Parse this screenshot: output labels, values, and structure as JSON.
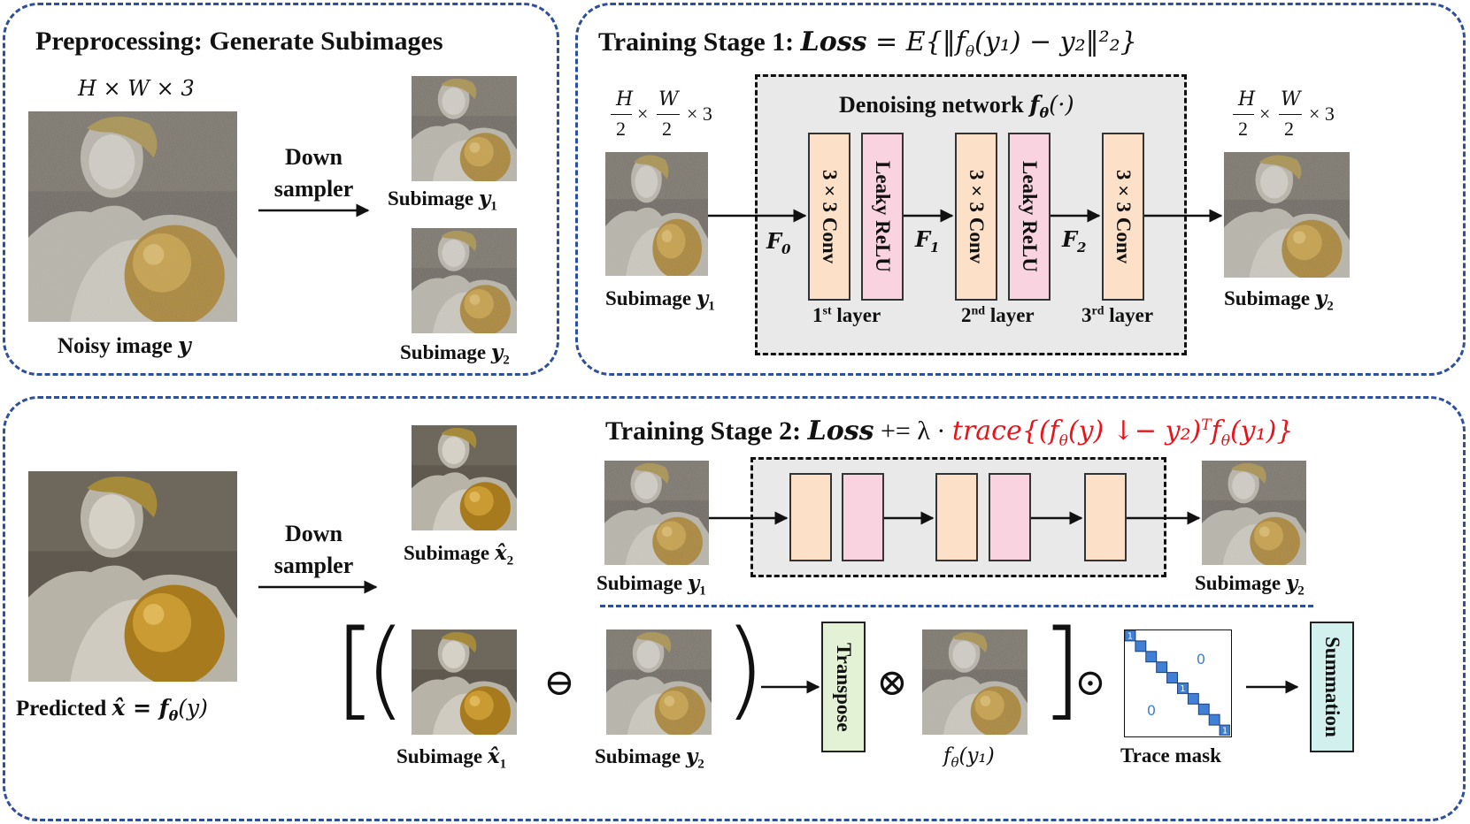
{
  "preprocessing": {
    "title": "Preprocessing: Generate Subimages",
    "dims": "H × W × 3",
    "noisy_label": "Noisy image ",
    "noisy_var": "y",
    "down_line1": "Down",
    "down_line2": "sampler",
    "sub1_label": "Subimage ",
    "sub1_var": "y",
    "sub1_sub": "1",
    "sub2_label": "Subimage ",
    "sub2_var": "y",
    "sub2_sub": "2"
  },
  "stage1": {
    "title": "Training Stage 1:  ",
    "loss_word": "Loss",
    "loss_formula": " = E{‖f",
    "loss_theta": "θ",
    "loss_rest": "(y₁) − y₂‖²₂}",
    "dims_h": "H",
    "dims_2": "2",
    "dims_w": "W",
    "dims_times": "×",
    "dims_3": "× 3",
    "network_title": "Denoising network ",
    "network_f": "f",
    "network_theta": "θ",
    "network_arg": "(·)",
    "layers": [
      {
        "label": "3×3 Conv",
        "type": "conv"
      },
      {
        "label": "Leaky ReLU",
        "type": "relu"
      },
      {
        "label": "3×3 Conv",
        "type": "conv"
      },
      {
        "label": "Leaky ReLU",
        "type": "relu"
      },
      {
        "label": "3×3 Conv",
        "type": "conv"
      }
    ],
    "layer_names": [
      {
        "num": "1",
        "sup": "st",
        "word": " layer"
      },
      {
        "num": "2",
        "sup": "nd",
        "word": " layer"
      },
      {
        "num": "3",
        "sup": "rd",
        "word": " layer"
      }
    ],
    "features": [
      {
        "name": "F",
        "sub": "0"
      },
      {
        "name": "F",
        "sub": "1"
      },
      {
        "name": "F",
        "sub": "2"
      }
    ],
    "in_label": "Subimage ",
    "in_var": "y",
    "in_sub": "1",
    "out_label": "Subimage ",
    "out_var": "y",
    "out_sub": "2"
  },
  "stage2": {
    "title": "Training Stage 2:  ",
    "loss_word": "Loss",
    "loss_mid": " += λ · ",
    "loss_red": "trace{(f",
    "loss_red_theta": "θ",
    "loss_red_rest": "(y) ↓− y₂)",
    "loss_red_T": "T",
    "loss_red_end": "f",
    "loss_red_theta2": "θ",
    "loss_red_end2": "(y₁)}",
    "predicted_label": "Predicted ",
    "predicted_formula": "x̂ = f",
    "predicted_theta": "θ",
    "predicted_arg": "(y)",
    "down_line1": "Down",
    "down_line2": "sampler",
    "xhat2_label": "Subimage ",
    "xhat2_var": "x̂",
    "xhat2_sub": "2",
    "in_label": "Subimage ",
    "in_var": "y",
    "in_sub": "1",
    "out_label": "Subimage ",
    "out_var": "y",
    "out_sub": "2",
    "xhat1_label": "Subimage ",
    "xhat1_var": "x̂",
    "xhat1_sub": "1",
    "y2_label": "Subimage ",
    "y2_var": "y",
    "y2_sub": "2",
    "fy1_f": "f",
    "fy1_theta": "θ",
    "fy1_arg": "(y₁)",
    "minus_op": "⊖",
    "times_op": "⊗",
    "dot_op": "⊙",
    "transpose": "Transpose",
    "summation": "Summation",
    "trace_mask": "Trace mask",
    "mask_one": "1",
    "mask_zero": "0"
  },
  "colors": {
    "panel_border": "#2f4f9a",
    "conv_fill": "#fde0c8",
    "relu_fill": "#f9d4e0",
    "transpose_fill": "#e3f1d5",
    "summation_fill": "#d2f1ee",
    "trace_red": "#e8141c",
    "mask_blue": "#3f7fd6"
  }
}
